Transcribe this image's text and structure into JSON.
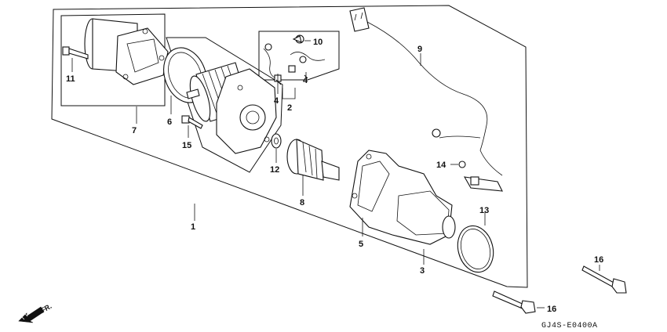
{
  "diagram": {
    "callouts": [
      {
        "id": "c1",
        "text": "1"
      },
      {
        "id": "c2",
        "text": "2"
      },
      {
        "id": "c3",
        "text": "3"
      },
      {
        "id": "c4a",
        "text": "4"
      },
      {
        "id": "c4b",
        "text": "4"
      },
      {
        "id": "c5",
        "text": "5"
      },
      {
        "id": "c6",
        "text": "6"
      },
      {
        "id": "c7",
        "text": "7"
      },
      {
        "id": "c8",
        "text": "8"
      },
      {
        "id": "c9",
        "text": "9"
      },
      {
        "id": "c10",
        "text": "10"
      },
      {
        "id": "c11",
        "text": "11"
      },
      {
        "id": "c12",
        "text": "12"
      },
      {
        "id": "c13",
        "text": "13"
      },
      {
        "id": "c14",
        "text": "14"
      },
      {
        "id": "c15",
        "text": "15"
      },
      {
        "id": "c16a",
        "text": "16"
      },
      {
        "id": "c16b",
        "text": "16"
      }
    ],
    "direction_label": "FR.",
    "diagram_code": "GJ4S-E0400A"
  }
}
